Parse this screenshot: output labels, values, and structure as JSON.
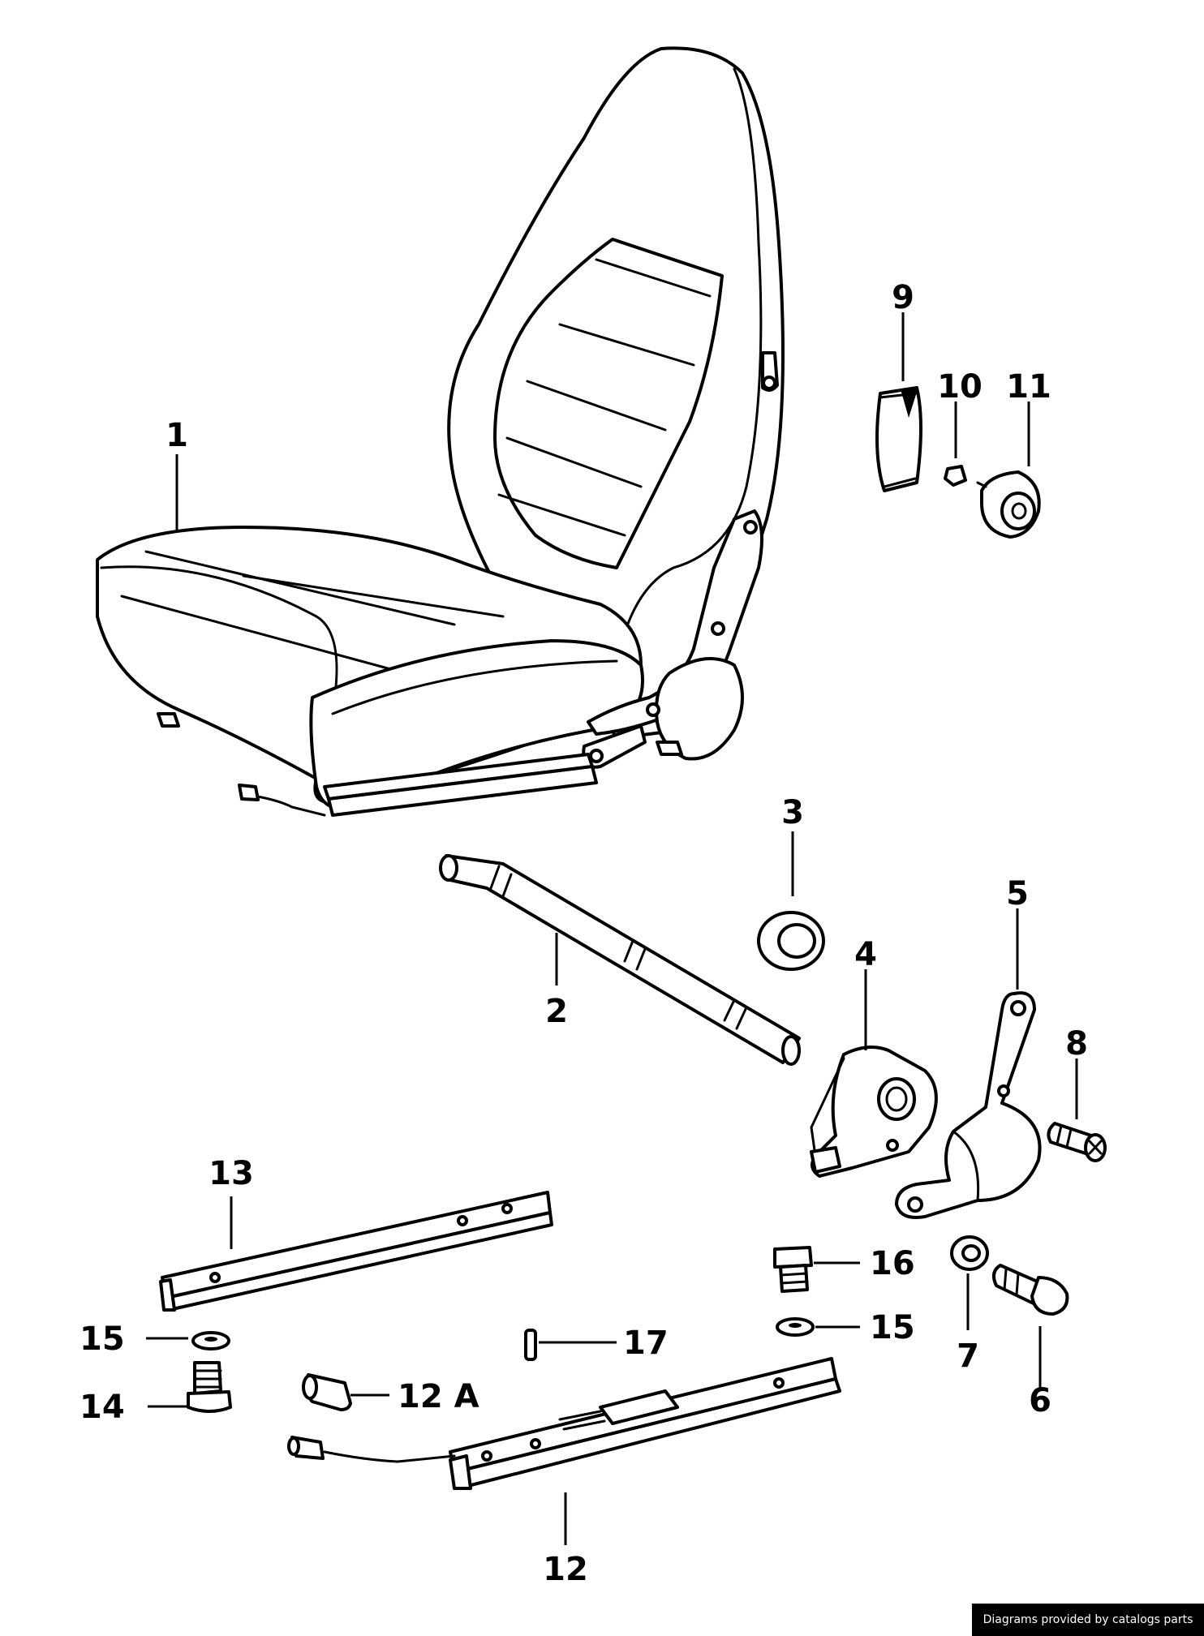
{
  "callouts": {
    "c1": "1",
    "c2": "2",
    "c3": "3",
    "c4": "4",
    "c5": "5",
    "c6": "6",
    "c7": "7",
    "c8": "8",
    "c9": "9",
    "c10": "10",
    "c11": "11",
    "c12": "12",
    "c12a": "12 A",
    "c13": "13",
    "c14": "14",
    "c15a": "15",
    "c15b": "15",
    "c16": "16",
    "c17": "17"
  },
  "footer": {
    "credit": "Diagrams provided by catalogs parts"
  },
  "colors": {
    "line": "#000000",
    "background": "#ffffff"
  }
}
